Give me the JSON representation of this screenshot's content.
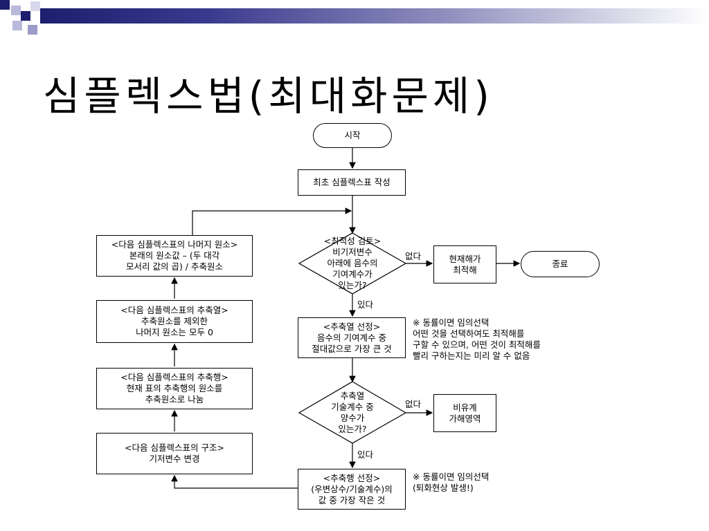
{
  "slide": {
    "title": "심플렉스법(최대화문제)"
  },
  "flow": {
    "start": "시작",
    "initial": "최초 심플렉스표 작성",
    "optimality_check": "<최적성 검토>\n비기저변수\n아래에 음수의\n기여계수가\n있는가?",
    "optimal": "현재해가\n최적해",
    "end": "종료",
    "pivot_col": "<추축열 선정>\n음수의 기여계수 중\n절대값으로 가장 큰 것",
    "positive_check": "추축열\n기술계수 중\n양수가\n있는가?",
    "infeasible": "비유계\n가해영역",
    "pivot_row": "<추축행 선정>\n(우변상수/기술계수)의\n값 중 가장 작은 것",
    "basis_change": "<다음 심플렉스표의 구조>\n기저변수 변경",
    "pivot_row_next": "<다음 심플렉스표의 추축행>\n현재 표의 추축행의 원소를\n추축원소로 나눔",
    "pivot_col_next": "<다음 심플렉스표의 추축열>\n추축원소를 제외한\n나머지 원소는 모두 0",
    "rest_next": "<다음 심플렉스표의 나머지 원소>\n본래의 원소값 – (두 대각\n모서리 값의 곱) / 추축원소",
    "label_none_1": "없다",
    "label_yes_1": "있다",
    "label_none_2": "없다",
    "label_yes_2": "있다",
    "note_1": "※ 동률이면 임의선택\n    어떤 것을 선택하여도 최적해를\n    구할 수 있으며, 어떤 것이 최적해를\n    빨리 구하는지는 미리 알 수 없음",
    "note_2": "※ 동률이면 임의선택\n    (퇴화현상 발생!)"
  },
  "colors": {
    "accent_dark": "#1e1e6e",
    "accent_light": "#9c9cc8"
  }
}
